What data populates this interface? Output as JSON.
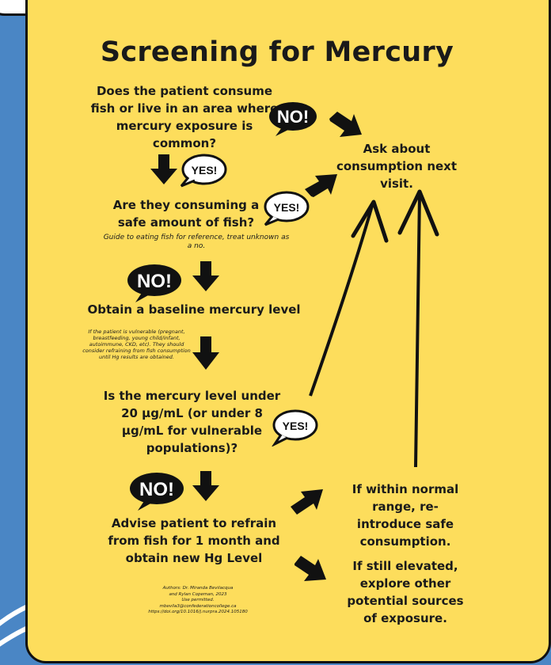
{
  "title": "Screening for Mercury",
  "steps": {
    "q1": "Does the patient consume fish or live in an area where mercury exposure is common?",
    "ask_next": "Ask about consumption next visit.",
    "q2": "Are they consuming a safe amount of fish?",
    "q2_note": "Guide to eating fish for reference, treat unknown as a no.",
    "baseline": "Obtain a baseline mercury level",
    "vulnerable_note": "If the patient is vulnerable (pregnant, breastfeeding, young child/infant, autoimmune, CKD, etc). They should consider refraining from fish consumption until Hg results are obtained.",
    "q3": "Is the mercury level under  20 µg/mL (or under 8 µg/mL for vulnerable populations)?",
    "advise": "Advise patient to refrain from fish for 1 month and obtain new Hg Level",
    "normal": "If within normal range, re-introduce safe consumption.",
    "elevated": "If still elevated, explore other potential sources of exposure."
  },
  "bubbles": {
    "no": "NO!",
    "yes": "YES!"
  },
  "credits": {
    "line1": "Authors: Dr. Miranda Bevilacqua",
    "line2": "and Rylan Copeman, 2023",
    "line3": "Use permitted.",
    "line4": "mbevila3@confederationcollege.ca",
    "line5": "https://doi.org/10.1016/j.nurpra.2024.105180"
  },
  "colors": {
    "background": "#4a86c5",
    "poster": "#fddd5c",
    "ink": "#111111"
  }
}
